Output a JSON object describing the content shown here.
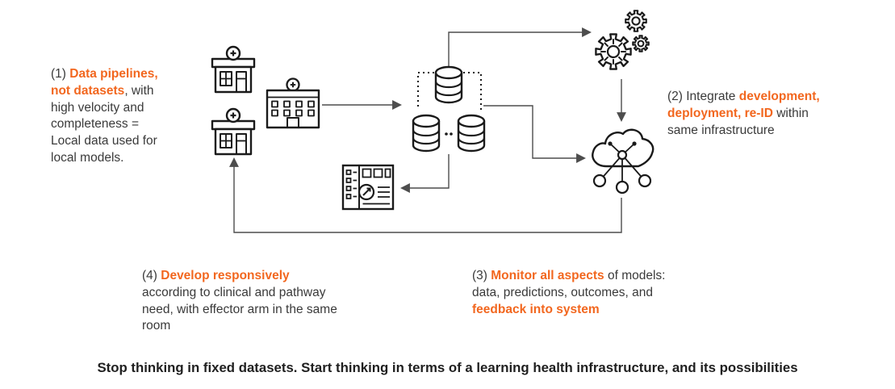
{
  "colors": {
    "accent": "#F2671F",
    "ink": "#3A3A3A",
    "caption_ink": "#1F1F1F",
    "icon_stroke": "#1A1A1A",
    "connector": "#4D4D4D",
    "background": "#FFFFFF"
  },
  "annotations": {
    "a1": {
      "l1_pre": "(1) ",
      "l1_hl": "Data pipelines,",
      "l2_hl": "not datasets",
      "l2_rest": ", with",
      "l3": "high velocity and",
      "l4": "completeness =",
      "l5": "Local data used for",
      "l6": "local models."
    },
    "a2": {
      "l1_pre": "(2) Integrate ",
      "l1_hl": "development,",
      "l2_hl": "deployment, re-ID",
      "l2_rest": " within",
      "l3": "same infrastructure"
    },
    "a3": {
      "l1_pre": "(3) ",
      "l1_hl": "Monitor all aspects",
      "l1_rest": " of models:",
      "l2": "data, predictions, outcomes, and",
      "l3_hl": "feedback into system"
    },
    "a4": {
      "l1_pre": "(4) ",
      "l1_hl": "Develop responsively",
      "l2": "according to clinical and pathway",
      "l3": "need, with effector arm in the same",
      "l4": "room"
    }
  },
  "caption": "Stop thinking in fixed datasets. Start thinking in terms of a learning health infrastructure, and its possibilities",
  "diagram": {
    "nodes": [
      "clinic-building-icon",
      "clinic-building-icon",
      "hospital-building-icon",
      "database-cluster-icon",
      "gears-icon",
      "ml-model-network-icon",
      "dashboard-monitoring-icon"
    ],
    "flows": [
      "hospital-to-database",
      "database-to-gears",
      "gears-to-model",
      "database-to-model",
      "database-to-dashboard",
      "model-feedback-to-clinic"
    ]
  }
}
